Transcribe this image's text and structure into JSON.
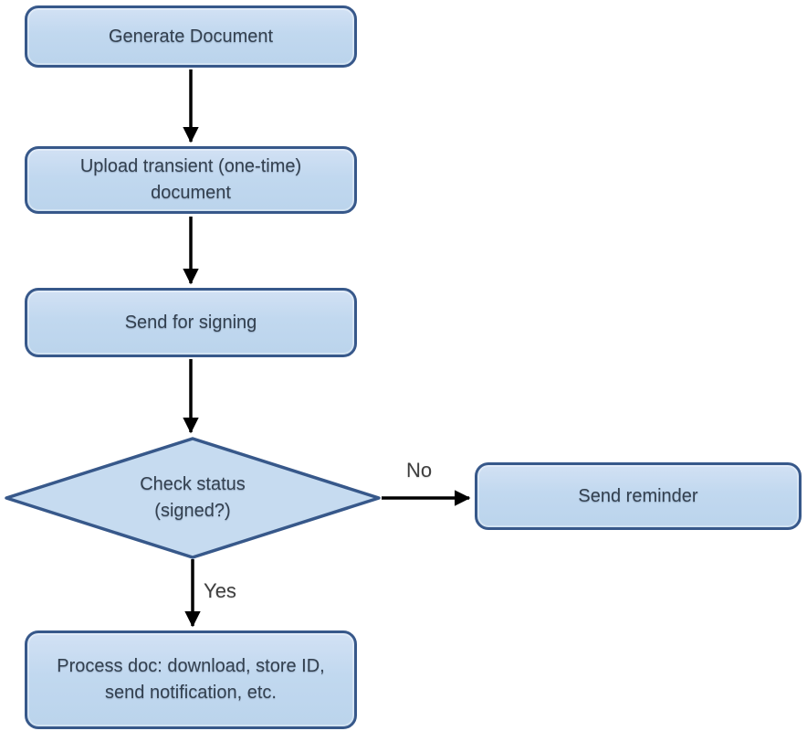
{
  "diagram_type": "flowchart",
  "colors": {
    "background": "#ffffff",
    "node_fill": "#c1d8ef",
    "node_fill_highlight": "#d2e1f4",
    "node_border": "#37588a",
    "node_text": "#33404f",
    "edge_stroke": "#000000",
    "edge_label_text": "#3e3e3e"
  },
  "nodes": [
    {
      "id": "generate-document",
      "type": "process",
      "label": "Generate Document"
    },
    {
      "id": "upload-transient-document",
      "type": "process",
      "label": "Upload transient (one-time)\ndocument"
    },
    {
      "id": "send-for-signing",
      "type": "process",
      "label": "Send for signing"
    },
    {
      "id": "check-status",
      "type": "decision",
      "label": "Check status\n(signed?)"
    },
    {
      "id": "send-reminder",
      "type": "process",
      "label": "Send reminder"
    },
    {
      "id": "process-doc",
      "type": "process",
      "label": "Process doc: download, store ID,\nsend notification, etc."
    }
  ],
  "edges": [
    {
      "from": "generate-document",
      "to": "upload-transient-document",
      "label": ""
    },
    {
      "from": "upload-transient-document",
      "to": "send-for-signing",
      "label": ""
    },
    {
      "from": "send-for-signing",
      "to": "check-status",
      "label": ""
    },
    {
      "from": "check-status",
      "to": "send-reminder",
      "label": "No"
    },
    {
      "from": "check-status",
      "to": "process-doc",
      "label": "Yes"
    }
  ]
}
